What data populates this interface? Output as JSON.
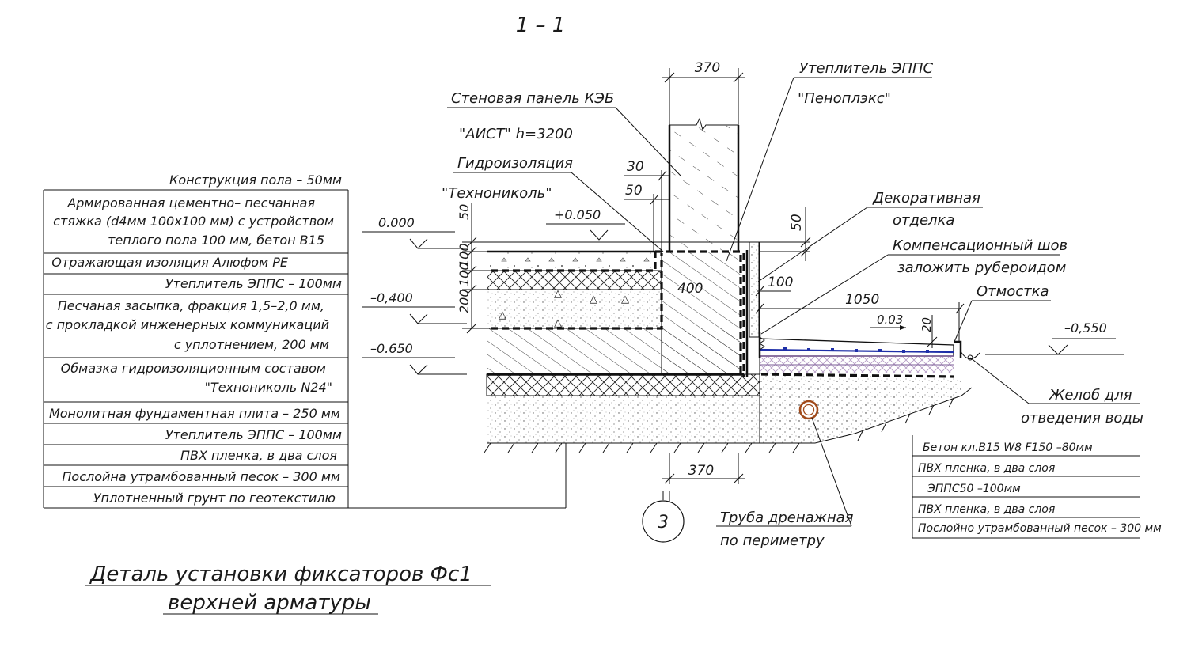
{
  "section_mark": "1 – 1",
  "title": {
    "line1": "Деталь установки фиксаторов Фс1",
    "line2": "верхней арматуры"
  },
  "callout_number": "3",
  "left_table": {
    "rows": [
      [
        "Конструкция пола – 50мм"
      ],
      [
        "Армированная цементно– песчанная",
        "стяжка (d4мм 100х100 мм) с устройством",
        "теплого пола 100 мм, бетон В15"
      ],
      [
        "Отражающая изоляция Алюфом PE"
      ],
      [
        "Утеплитель ЭППС – 100мм"
      ],
      [
        "Песчаная засыпка, фракция 1,5–2,0 мм,",
        "с прокладкой инженерных коммуникаций",
        "с уплотнением, 200 мм"
      ],
      [
        "Обмазка гидроизоляционным составом",
        "\"Технониколь N24\""
      ],
      [
        "Монолитная фундаментная плита – 250 мм"
      ],
      [
        "Утеплитель ЭППС – 100мм"
      ],
      [
        "ПВХ пленка, в два слоя"
      ],
      [
        "Послойна утрамбованный песок – 300 мм"
      ],
      [
        "Уплотненный грунт по геотекстилю"
      ]
    ]
  },
  "right_table": {
    "rows": [
      "Бетон кл.B15 W8 F150 –80мм",
      "ПВХ пленка, в два слоя",
      "ЭППС50 –100мм",
      "ПВХ пленка, в два слоя",
      "Послойно утрамбованный песок – 300 мм"
    ]
  },
  "labels": {
    "wall_panel_1": "Стеновая панель КЭБ",
    "wall_panel_2": "\"АИСТ\" h=3200",
    "waterproof_1": "Гидроизоляция",
    "waterproof_2": "\"Технониколь\"",
    "insul_1": "Утеплитель ЭППС",
    "insul_2": "\"Пеноплэкс\"",
    "decor_1": "Декоративная",
    "decor_2": "отделка",
    "joint_1": "Компенсационный шов",
    "joint_2": "заложить рубероидом",
    "blind_area": "Отмостка",
    "gutter_1": "Желоб для",
    "gutter_2": "отведения воды",
    "drain_1": "Труба дренажная",
    "drain_2": "по периметру"
  },
  "levels": {
    "zero": "0.000",
    "floor": "+0.050",
    "m400": "–0,400",
    "m650": "–0.650",
    "m550": "–0,550"
  },
  "dims": {
    "top_370": "370",
    "bottom_370": "370",
    "d30": "30",
    "d50a": "50",
    "d50b": "50",
    "d50c": "50",
    "d100a": "100",
    "d100b": "100",
    "d200": "200",
    "d100c": "100",
    "d400": "400",
    "d1050": "1050",
    "d20": "20",
    "slope": "0.03"
  }
}
